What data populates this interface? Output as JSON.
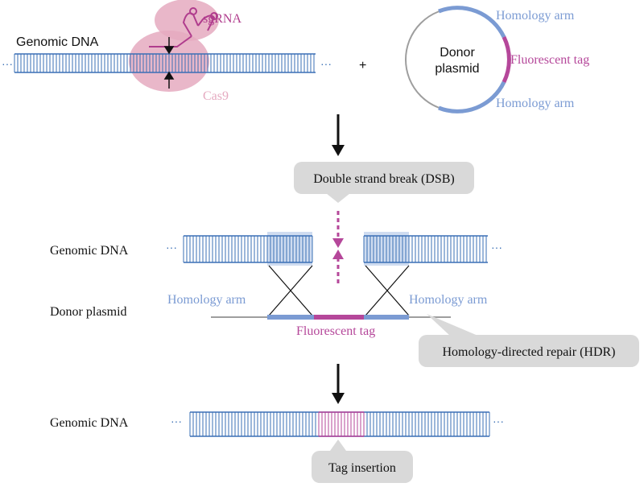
{
  "colors": {
    "dna_blue": "#3a6fb5",
    "arm_blue": "#7b9bd3",
    "tag_magenta": "#b5479a",
    "sgrna_magenta": "#b03c8d",
    "cas9_pink": "#e5aac0",
    "highlight": "#cfdcf0",
    "callout_grey": "#d9d9d9",
    "line_grey": "#9e9e9e"
  },
  "top": {
    "genomic_dna_label": "Genomic DNA",
    "ellipsis_left": "···",
    "ellipsis_right": "···",
    "sgrna_label": "sgRNA",
    "cas9_label": "Cas9",
    "plus_sign": "+",
    "plasmid_label_line1": "Donor",
    "plasmid_label_line2": "plasmid",
    "homology_arm_top": "Homology arm",
    "fluorescent_tag": "Fluorescent tag",
    "homology_arm_bottom": "Homology arm"
  },
  "callouts": {
    "dsb": "Double strand break (DSB)",
    "hdr": "Homology-directed repair (HDR)",
    "tag_insertion": "Tag insertion"
  },
  "middle": {
    "genomic_dna_label": "Genomic DNA",
    "donor_plasmid_label": "Donor plasmid",
    "homology_arm_left": "Homology arm",
    "homology_arm_right": "Homology arm",
    "fluorescent_tag": "Fluorescent tag",
    "ellipsis_left": "···",
    "ellipsis_right": "···"
  },
  "bottom": {
    "genomic_dna_label": "Genomic DNA",
    "ellipsis_left": "···",
    "ellipsis_right": "···"
  }
}
